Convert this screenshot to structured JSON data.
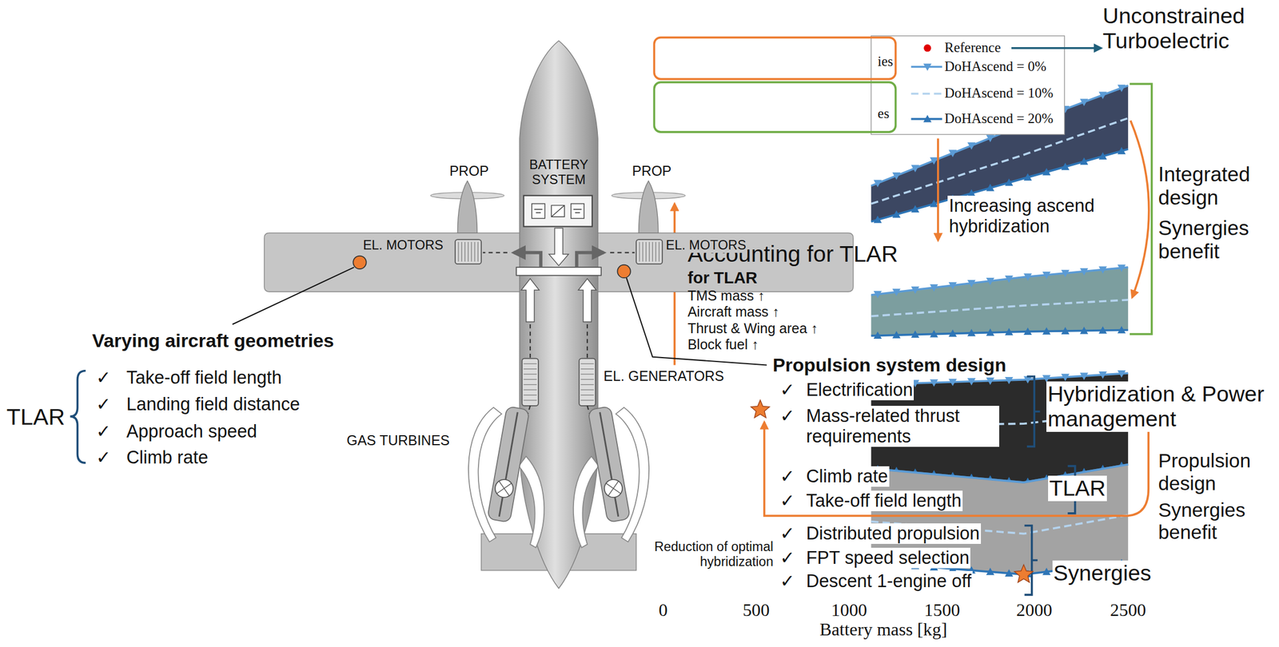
{
  "diagram": {
    "labels": [
      "Unconstrained Turboelectric",
      "ies",
      "es",
      "Increasing ascend hybridization",
      "Integrated design",
      "Synergies benefit",
      "Accounting for TLAR",
      "for TLAR",
      "TMS mass ↑",
      "Aircraft mass ↑",
      "Thrust & Wing area ↑",
      "Block fuel ↑",
      "Propulsion system design",
      "✓",
      "Electrification",
      "✓",
      "Mass-related thrust requirements",
      "✓",
      "Climb rate",
      "✓",
      "Take-off field length",
      "✓",
      "Distributed propulsion",
      "✓",
      "FPT speed selection",
      "✓",
      "Descent 1-engine off",
      "Hybridization & Power management",
      "TLAR",
      "Propulsion design",
      "Synergies benefit",
      "Synergies",
      "Reduction of optimal hybridization",
      "0",
      "500",
      "1000",
      "1500",
      "2000",
      "2500",
      "Battery mass [kg]",
      "Varying aircraft geometries",
      "TLAR",
      "✓",
      "Take-off field length",
      "✓",
      "Landing field distance",
      "✓",
      "Approach speed",
      "✓",
      "Climb rate",
      "PROP",
      "PROP",
      "BATTERY SYSTEM",
      "EL. MOTORS",
      "EL. MOTORS",
      "EL. GENERATORS",
      "GAS TURBINES"
    ],
    "legend": [
      {
        "text": "Reference"
      },
      {
        "text": "DoHAscend = 0%"
      },
      {
        "text": "DoHAscend = 10%"
      },
      {
        "text": "DoHAscend = 20%"
      }
    ]
  }
}
